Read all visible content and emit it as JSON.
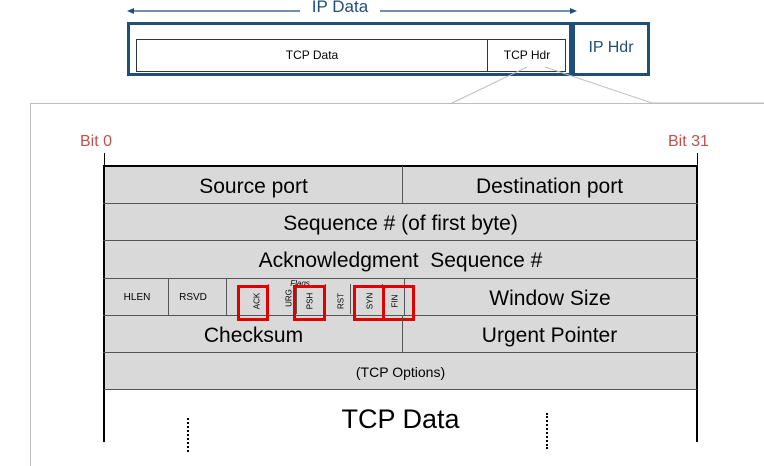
{
  "packet": {
    "ip_data_label": "IP Data",
    "tcp_data_label": "TCP Data",
    "tcp_hdr_label": "TCP Hdr",
    "ip_hdr_label": "IP Hdr"
  },
  "bits": {
    "start": "Bit 0",
    "end": "Bit 31"
  },
  "header": {
    "source_port": "Source port",
    "destination_port": "Destination port",
    "sequence": "Sequence # (of first byte)",
    "acknowledgment": "Acknowledgment  Sequence #",
    "hlen": "HLEN",
    "rsvd": "RSVD",
    "flags_title": "Flags",
    "flags": [
      "ACK",
      "URG",
      "PSH",
      "RST",
      "SYN",
      "FIN"
    ],
    "window_size": "Window Size",
    "checksum": "Checksum",
    "urgent_pointer": "Urgent Pointer",
    "options": "(TCP Options)",
    "tcp_data": "TCP Data"
  },
  "colors": {
    "ip_blue": "#1f4e79",
    "bit_red": "#c0504d",
    "highlight_red": "#e00000",
    "row_gray": "#d9d9d9"
  }
}
